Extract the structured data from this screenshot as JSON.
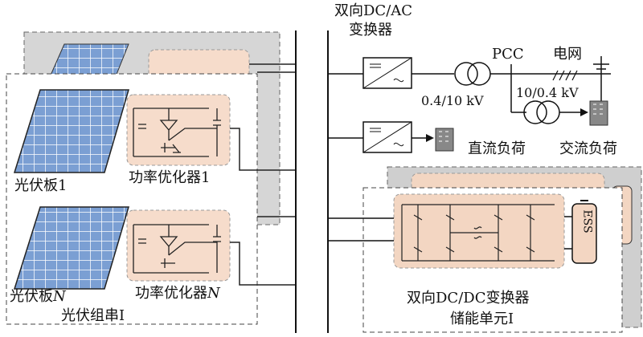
{
  "labels": {
    "bidirectional_dcac_line1": "双向DC/AC",
    "bidirectional_dcac_line2": "变换器",
    "pcc": "PCC",
    "grid": "电网",
    "transformer_ratio_1": "0.4/10 kV",
    "transformer_ratio_2": "10/0.4 kV",
    "dc_load": "直流负荷",
    "ac_load": "交流负荷",
    "pv_panel_1": "光伏板1",
    "optimizer_1": "功率优化器1",
    "pv_panel_n_prefix": "光伏板",
    "optimizer_n_prefix": "功率优化器",
    "n_symbol": "N",
    "pv_string": "光伏组串I",
    "ess": "ESS",
    "bidirectional_dcdc": "双向DC/DC变换器",
    "storage_unit": "储能单元I"
  },
  "colors": {
    "optimizer_fill": "#f6dccb",
    "pv_cell": "#7b9fd3",
    "background_module": "#cfcfcf",
    "ess_fill": "#f3d6c2"
  }
}
